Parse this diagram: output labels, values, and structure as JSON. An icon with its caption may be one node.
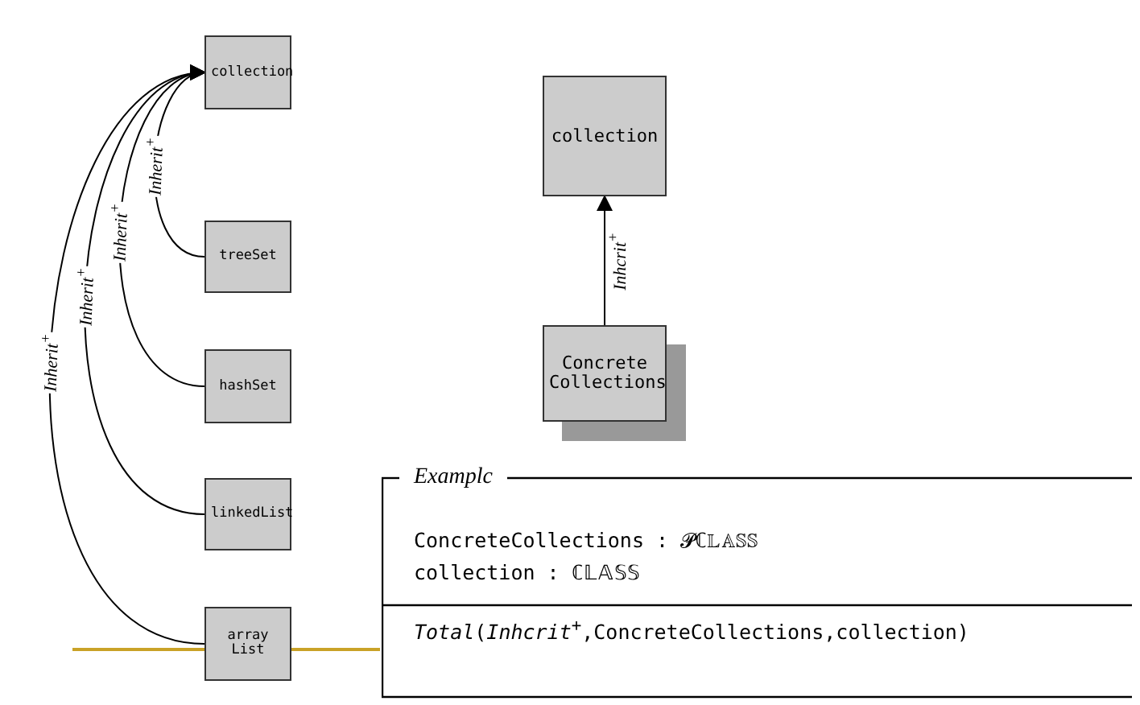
{
  "diagram": {
    "nodes": [
      {
        "text": [
          "collection"
        ]
      },
      {
        "text": [
          "treeSet"
        ]
      },
      {
        "text": [
          "hashSet"
        ]
      },
      {
        "text": [
          "linkedList"
        ]
      },
      {
        "text": [
          "array List"
        ]
      },
      {
        "text": [
          "collection"
        ]
      },
      {
        "text": [
          "Concrete Collections"
        ]
      },
      {
        "text": [
          "Examplc",
          "ConcreteCollections : 𝓟ℂ𝕃𝔸𝕊𝕊",
          "collection : ℂ𝕃𝔸𝕊𝕊",
          "*Total*(*Inhcrit*$^{+}$,ConcreteCollections,collection)"
        ]
      }
    ],
    "edges": [
      {
        "from": 1,
        "to": 0,
        "arrow": "to",
        "label": "Inherit$^{+}$"
      },
      {
        "from": 2,
        "to": 0,
        "arrow": "to",
        "label": "Inherit$^{+}$"
      },
      {
        "from": 3,
        "to": 0,
        "arrow": "to",
        "label": "Inherit$^{+}$"
      },
      {
        "from": 4,
        "to": 0,
        "arrow": "to",
        "label": "Inherit$^{+}$"
      },
      {
        "from": 6,
        "to": 5,
        "arrow": "to",
        "label": "Inhcrit$^{+}$"
      }
    ]
  }
}
